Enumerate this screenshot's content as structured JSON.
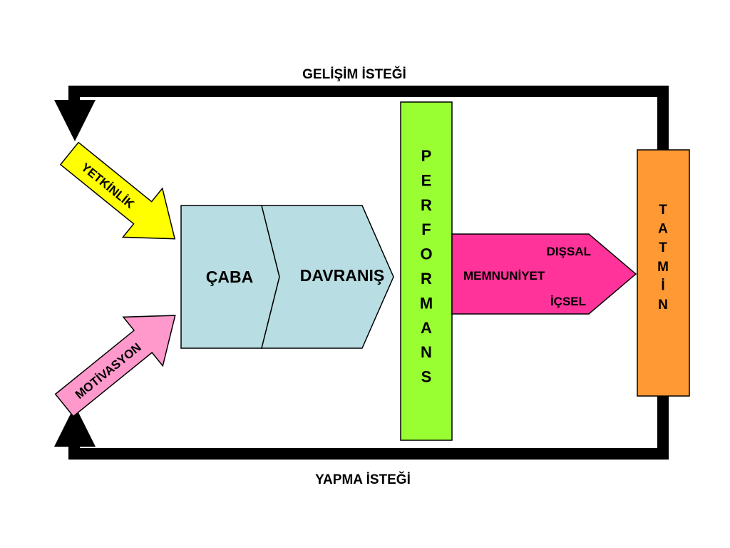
{
  "labels": {
    "top_loop": "GELİŞİM İSTEĞİ",
    "bottom_loop": "YAPMA İSTEĞİ",
    "competence": "YETKİNLİK",
    "motivation": "MOTİVASYON",
    "effort": "ÇABA",
    "behavior": "DAVRANIŞ",
    "performance": "PERFORMANS",
    "satisfaction": "TATMİN",
    "external": "DIŞSAL",
    "contentment": "MEMNUNİYET",
    "internal": "İÇSEL"
  },
  "colors": {
    "loop": "#000000",
    "competence_fill": "#ffff00",
    "motivation_fill": "#ff99cc",
    "process_fill": "#b8dde2",
    "performance_fill": "#99ff33",
    "contentment_fill": "#ff3399",
    "satisfaction_fill": "#ff9933"
  }
}
